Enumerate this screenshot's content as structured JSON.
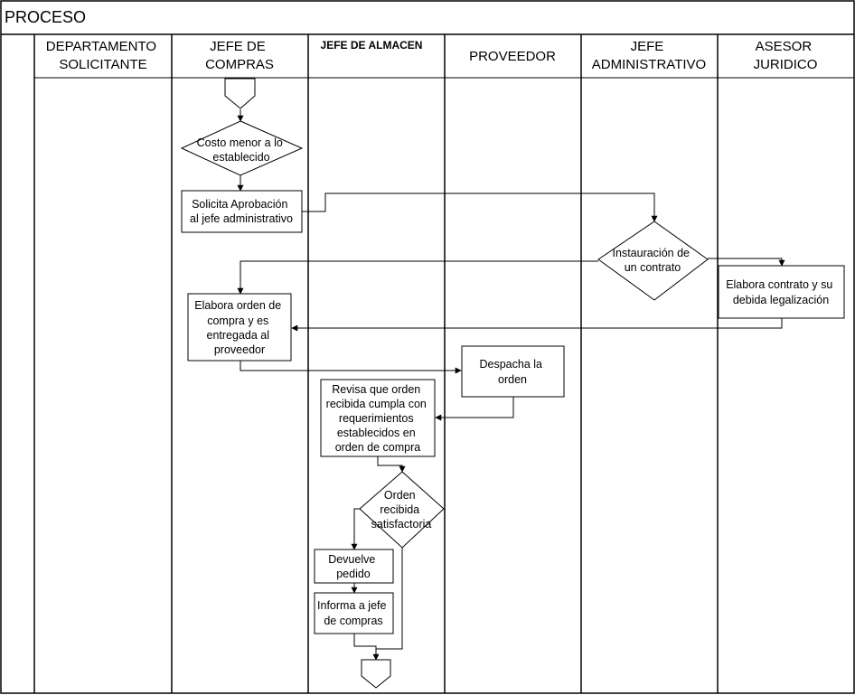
{
  "title": "PROCESO",
  "lanes": [
    {
      "lines": [
        "DEPARTAMENTO",
        "SOLICITANTE"
      ]
    },
    {
      "lines": [
        "JEFE DE",
        "COMPRAS"
      ]
    },
    {
      "lines": [
        "JEFE DE ALMACEN"
      ]
    },
    {
      "lines": [
        "PROVEEDOR"
      ]
    },
    {
      "lines": [
        "JEFE",
        "ADMINISTRATIVO"
      ]
    },
    {
      "lines": [
        "ASESOR",
        "JURIDICO"
      ]
    }
  ],
  "nodes": {
    "start": {
      "type": "connector-start"
    },
    "costo": {
      "type": "decision",
      "lines": [
        "Costo menor a lo",
        "establecido"
      ]
    },
    "solicita": {
      "type": "process",
      "lines": [
        "Solicita Aprobación",
        "al jefe administrativo"
      ]
    },
    "instauracion": {
      "type": "decision",
      "lines": [
        "Instauración de",
        "un contrato"
      ]
    },
    "elabora_contrato": {
      "type": "process",
      "lines": [
        "Elabora contrato y su",
        "debida legalización"
      ]
    },
    "elabora_orden": {
      "type": "process",
      "lines": [
        "Elabora orden de",
        "compra y es",
        "entregada al",
        "proveedor"
      ]
    },
    "despacha": {
      "type": "process",
      "lines": [
        "Despacha la",
        "orden"
      ]
    },
    "revisa": {
      "type": "process",
      "lines": [
        "Revisa que orden",
        "recibida cumpla con",
        "requerimientos",
        "establecidos en",
        "orden de compra"
      ]
    },
    "orden_satisf": {
      "type": "decision",
      "lines": [
        "Orden",
        "recibida",
        "satisfactoria"
      ]
    },
    "devuelve": {
      "type": "process",
      "lines": [
        "Devuelve",
        "pedido"
      ]
    },
    "informa": {
      "type": "process",
      "lines": [
        "Informa a jefe",
        "de compras"
      ]
    },
    "end": {
      "type": "connector-end"
    }
  }
}
